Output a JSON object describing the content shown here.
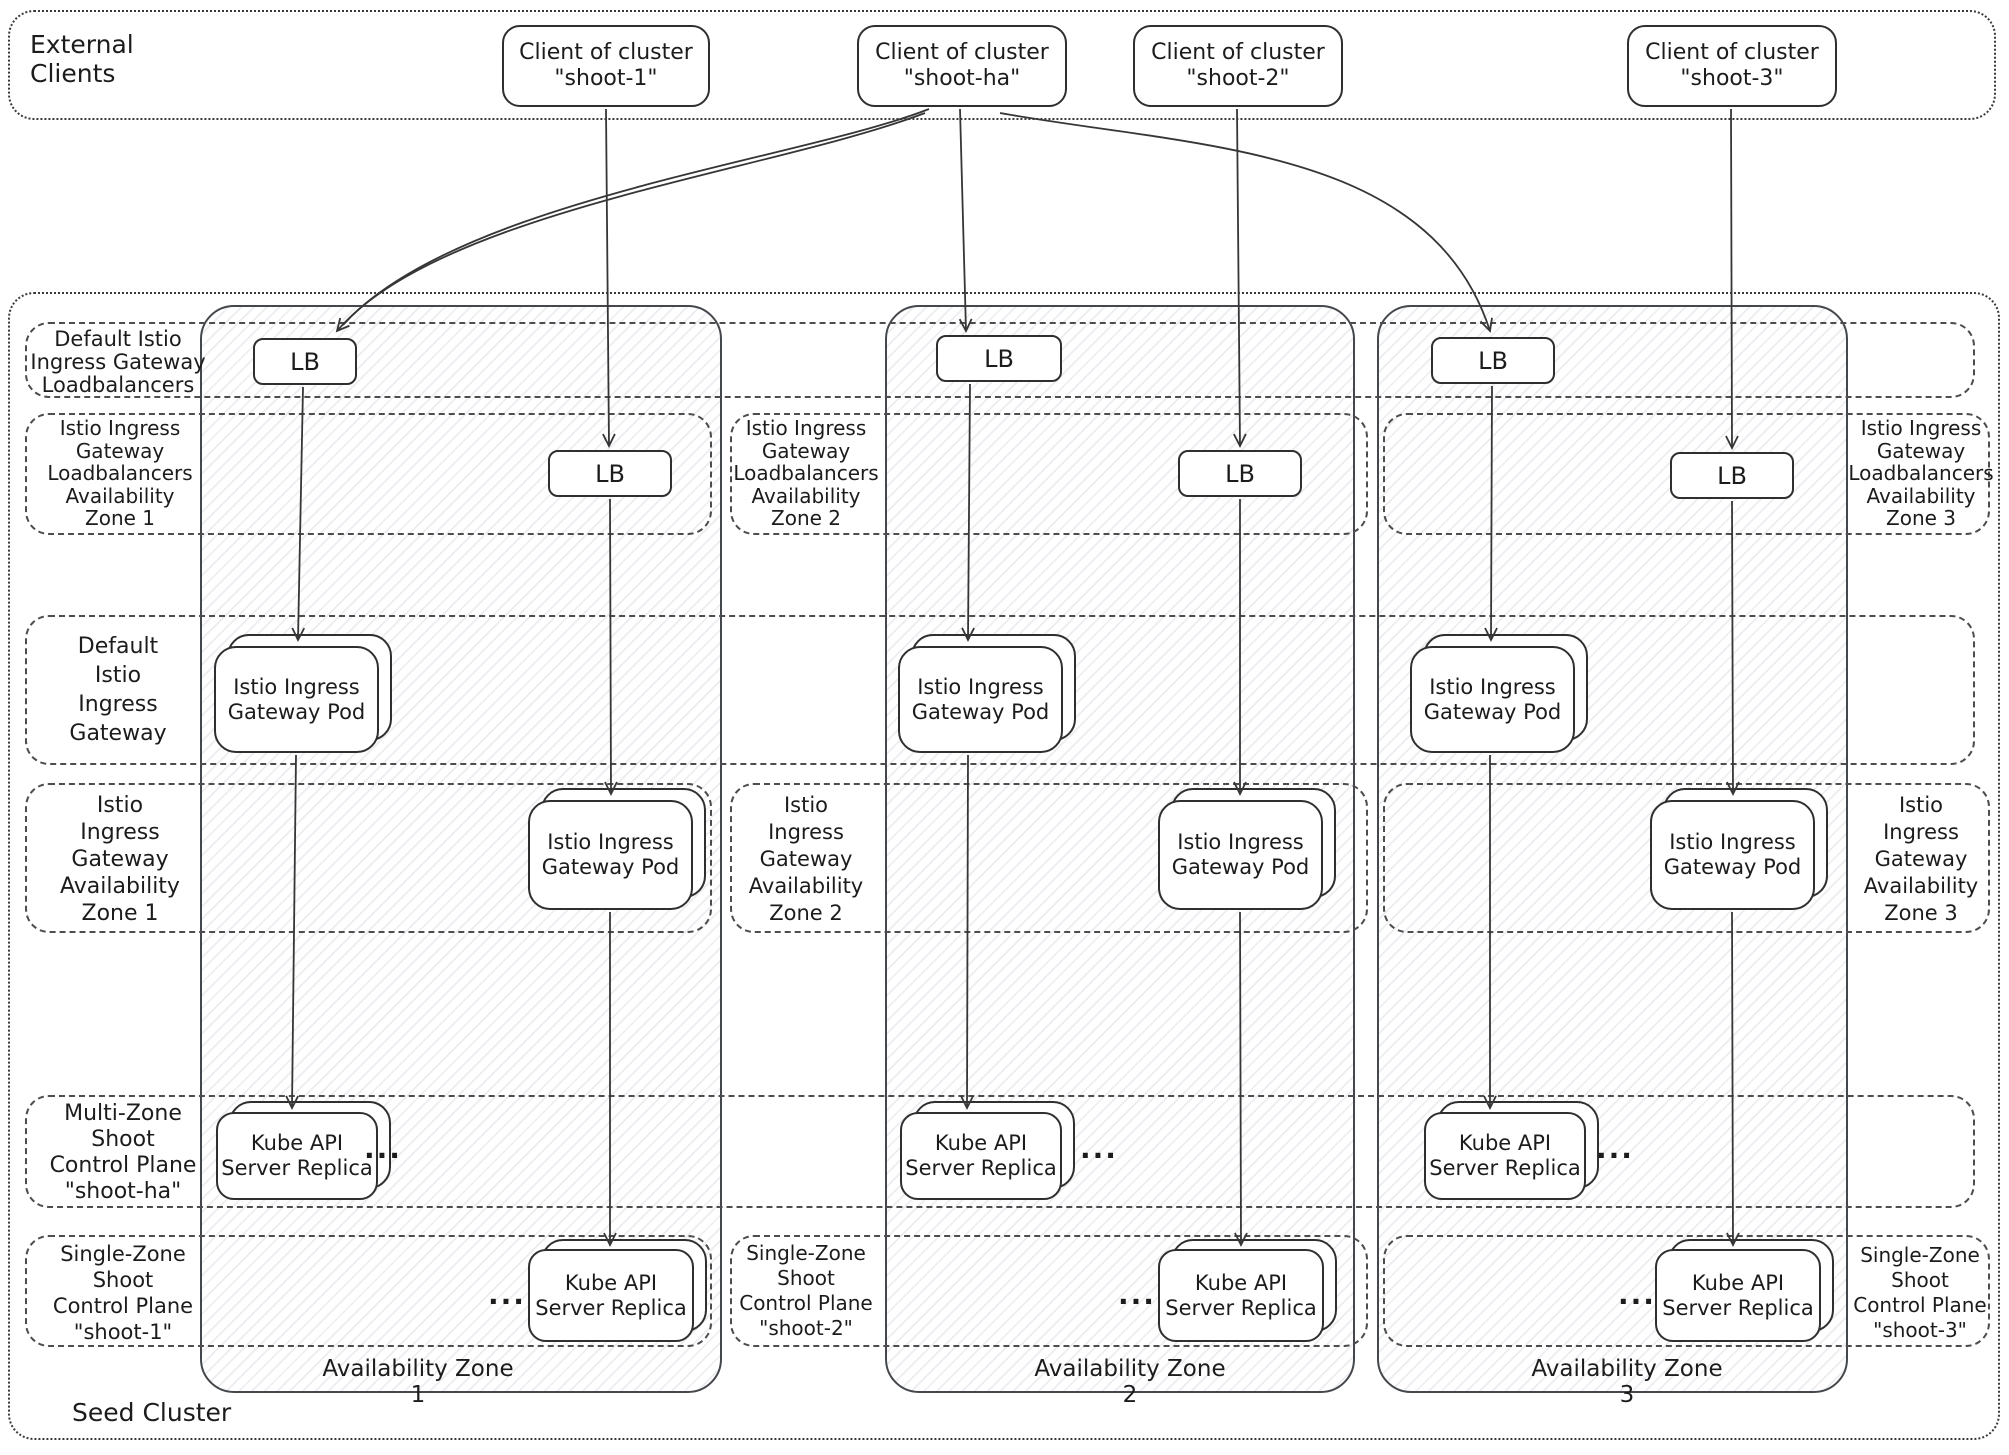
{
  "colors": {
    "ink": "#1c1c1c",
    "line": "#363636",
    "hatch": "#ececf1",
    "background": "#ffffff"
  },
  "external_clients": {
    "label": "External\nClients",
    "clients": [
      {
        "label": "Client of cluster\n\"shoot-1\""
      },
      {
        "label": "Client of cluster\n\"shoot-ha\""
      },
      {
        "label": "Client of cluster\n\"shoot-2\""
      },
      {
        "label": "Client of cluster\n\"shoot-3\""
      }
    ]
  },
  "seed_cluster": {
    "label": "Seed Cluster",
    "zones": [
      {
        "label": "Availability Zone 1"
      },
      {
        "label": "Availability Zone 2"
      },
      {
        "label": "Availability Zone 3"
      }
    ]
  },
  "bands": {
    "default_lb": {
      "label": "Default Istio\nIngress Gateway\nLoadbalancers"
    },
    "zone_lb": {
      "labels": [
        "Istio Ingress\nGateway\nLoadbalancers\nAvailability\nZone 1",
        "Istio Ingress\nGateway\nLoadbalancers\nAvailability\nZone 2",
        "Istio Ingress\nGateway\nLoadbalancers\nAvailability\nZone 3"
      ]
    },
    "default_gw": {
      "label": "Default\nIstio\nIngress\nGateway"
    },
    "zone_gw": {
      "labels": [
        "Istio\nIngress\nGateway\nAvailability\nZone 1",
        "Istio\nIngress\nGateway\nAvailability\nZone 2",
        "Istio\nIngress\nGateway\nAvailability\nZone 3"
      ]
    },
    "multi_zone": {
      "label": "Multi-Zone\nShoot\nControl Plane\n\"shoot-ha\""
    },
    "single_zone": {
      "labels": [
        "Single-Zone\nShoot\nControl Plane\n\"shoot-1\"",
        "Single-Zone\nShoot\nControl Plane\n\"shoot-2\"",
        "Single-Zone\nShoot\nControl Plane\n\"shoot-3\""
      ]
    }
  },
  "boxes": {
    "lb": "LB",
    "pod": "Istio Ingress\nGateway Pod",
    "replica": "Kube API\nServer Replica",
    "ellipsis": "..."
  }
}
